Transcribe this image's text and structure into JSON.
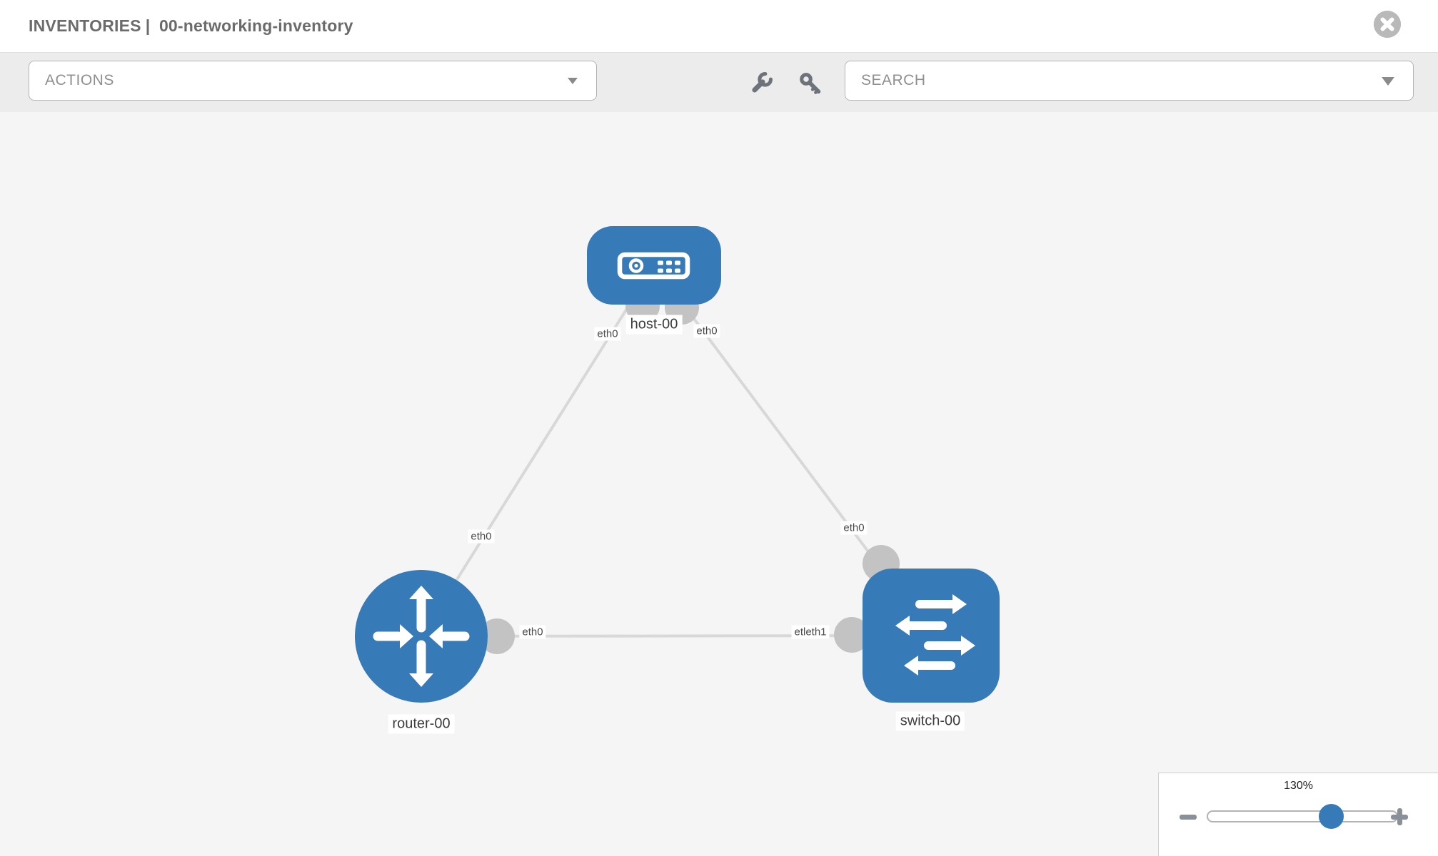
{
  "header": {
    "title_prefix": "INVENTORIES",
    "title_separator": "|",
    "inventory_name": "00-networking-inventory"
  },
  "toolbar": {
    "actions_label": "ACTIONS",
    "search_placeholder": "SEARCH",
    "tool_icons": [
      "wrench-icon",
      "key-icon"
    ]
  },
  "topology": {
    "nodes": [
      {
        "id": "host-00",
        "type": "host",
        "label": "host-00"
      },
      {
        "id": "router-00",
        "type": "router",
        "label": "router-00"
      },
      {
        "id": "switch-00",
        "type": "switch",
        "label": "switch-00"
      }
    ],
    "links": [
      {
        "source": "host-00",
        "source_if": "eth0",
        "target": "router-00",
        "target_if": "eth0"
      },
      {
        "source": "host-00",
        "source_if": "eth0",
        "target": "switch-00",
        "target_if": "eth0"
      },
      {
        "source": "router-00",
        "source_if": "eth0",
        "target": "switch-00",
        "target_if": "eth1",
        "target_if_visible": "etleth1"
      }
    ]
  },
  "zoom_control": {
    "level": "130%",
    "percent": 130
  },
  "colors": {
    "node_blue": "#377ab8",
    "link_gray": "#d8d8d8",
    "endpoint_gray": "#c3c3c3",
    "toolbar_gray": "#ececec",
    "canvas_gray": "#f5f5f5",
    "icon_slate": "#6e737b",
    "close_gray": "#b9b9b9"
  }
}
